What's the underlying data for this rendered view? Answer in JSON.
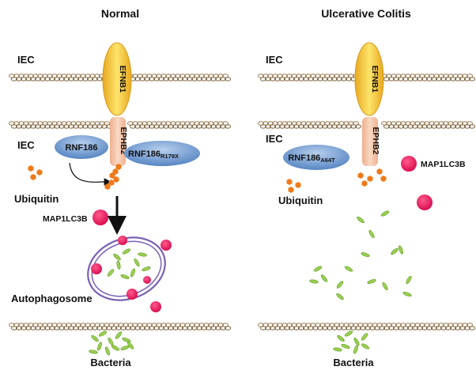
{
  "panels": {
    "normal": {
      "title": "Normal",
      "iec_top": "IEC",
      "iec_bottom": "IEC",
      "receptor_top": "EFNB1",
      "receptor_bottom": "EPHB2",
      "protein_a": "RNF186",
      "protein_b_base": "RNF186",
      "protein_b_sup": "R179X",
      "ubiquitin": "Ubiquitin",
      "map": "MAP1LC3B",
      "autophagosome": "Autophagosome",
      "bacteria": "Bacteria"
    },
    "uc": {
      "title": "Ulcerative Colitis",
      "iec_top": "IEC",
      "iec_bottom": "IEC",
      "receptor_top": "EFNB1",
      "receptor_bottom": "EPHB2",
      "protein_base": "RNF186",
      "protein_sup": "A64T",
      "ubiquitin": "Ubiquitin",
      "map": "MAP1LC3B",
      "bacteria": "Bacteria"
    }
  },
  "colors": {
    "membrane": "#b39a7a",
    "efnb1": "#f2c12e",
    "ephb2": "#f4c4a4",
    "rnf": "#6f97c9",
    "ubiquitin": "#ee7a1a",
    "map": "#e8115a",
    "bacteria": "#8cc63f",
    "vesicle": "#7b5fb3"
  }
}
